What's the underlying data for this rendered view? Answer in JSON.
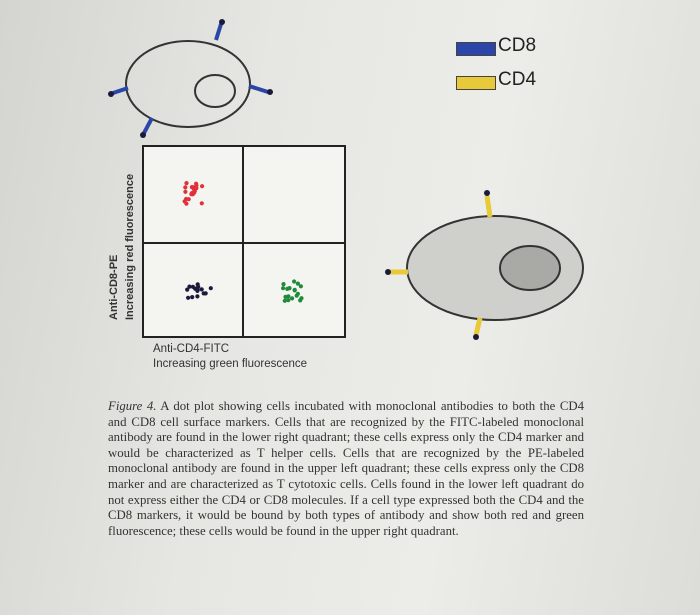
{
  "legend": {
    "items": [
      {
        "label": "CD8",
        "color": "#2b45a8"
      },
      {
        "label": "CD4",
        "color": "#e8c93a"
      }
    ]
  },
  "plot": {
    "y_label_line1": "Anti-CD8-PE",
    "y_label_line2": "Increasing red fluorescence",
    "x_label_line1": "Anti-CD4-FITC",
    "x_label_line2": "Increasing green fluorescence",
    "quadrant_colors": {
      "upper_left": "#e0303a",
      "lower_left": "#1a1a3a",
      "lower_right": "#1e8a3a"
    }
  },
  "cells": {
    "top_cell_marker": "CD8",
    "right_cell_marker": "CD4"
  },
  "caption": {
    "figure_label": "Figure 4.",
    "text": "A dot plot showing cells incubated with monoclonal antibodies to both the CD4 and CD8 cell surface markers. Cells that are recognized by the FITC-labeled monoclonal antibody are found in the lower right quadrant; these cells express only the CD4 marker and would be characterized as T helper cells. Cells that are recognized by the PE-labeled monoclonal antibody are found in the upper left quadrant; these cells express only the CD8 marker and are characterized as T cytotoxic cells. Cells found in the lower left quadrant do not express either the CD4 or CD8 molecules. If a cell type expressed both the CD4 and the CD8 markers, it would be bound by both types of antibody and show both red and green fluorescence; these cells would be found in the upper right quadrant."
  }
}
